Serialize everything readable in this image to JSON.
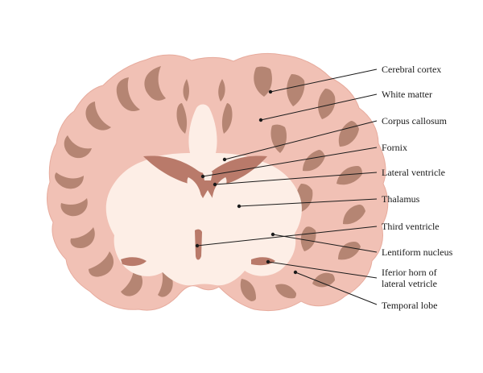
{
  "colors": {
    "cortex": "#f1c1b5",
    "cortex_edge": "#e7ab9d",
    "white_matter": "#fdeee6",
    "sulcus": "#b58573",
    "ventricle": "#b97a6a",
    "leader": "#1a1a1a"
  },
  "labels": {
    "cerebral_cortex": "Cerebral cortex",
    "white_matter": "White matter",
    "corpus_callosum": "Corpus callosum",
    "fornix": "Fornix",
    "lateral_ventricle": "Lateral ventricle",
    "thalamus": "Thalamus",
    "third_ventricle": "Third ventricle",
    "lentiform_nucleus": "Lentiform nucleus",
    "inferior_horn": "Iferior horn of lateral vetricle",
    "temporal_lobe": "Temporal lobe"
  }
}
